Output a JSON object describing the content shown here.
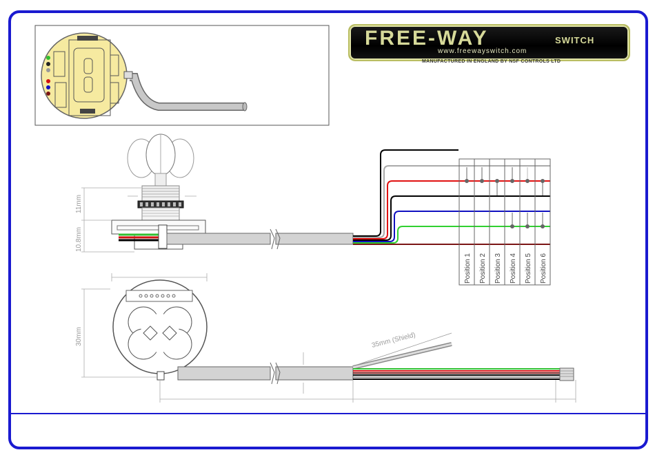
{
  "logo": {
    "title": "FREE-WAY",
    "subtitle": "SWITCH",
    "url": "www.freewayswitch.com",
    "manufacturer": "MANUFACTURED IN ENGLAND BY NSF CONTROLS LTD"
  },
  "dimensions": {
    "height_top": "11mm",
    "height_body": "10.8mm",
    "diameter": "30mm",
    "shield": "35mm (Shield)"
  },
  "positions": [
    "Position 1",
    "Position 2",
    "Position 3",
    "Position 4",
    "Position 5",
    "Position 6"
  ],
  "colors": {
    "frame": "#1a1ad0",
    "wire_black": "#000000",
    "wire_grey": "#aaaaaa",
    "wire_red": "#e01010",
    "wire_blue": "#1010c0",
    "wire_green": "#30d030",
    "wire_brown": "#7a1414"
  }
}
